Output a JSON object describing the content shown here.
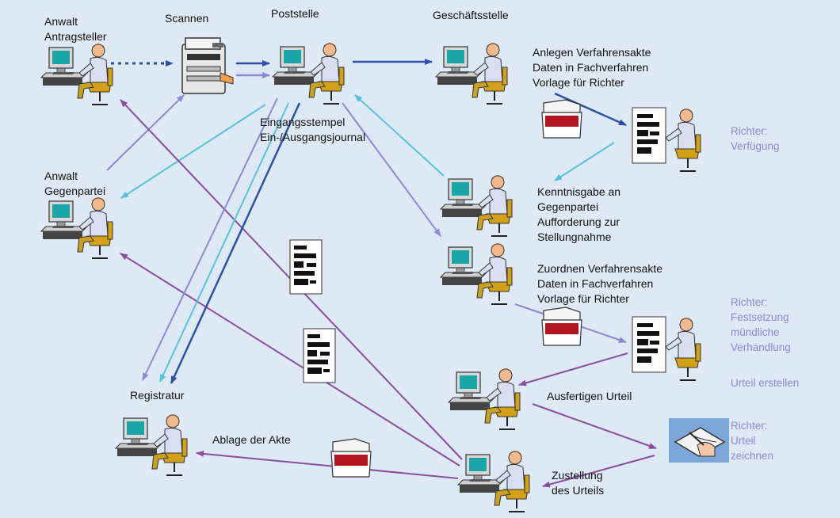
{
  "colors": {
    "background": "#dde9f5",
    "dark_blue": "#2f4fa8",
    "light_blue": "#8a8ad0",
    "cyan": "#56c3d8",
    "purple": "#8a4e9c",
    "judge_text": "#8a8ad0"
  },
  "icons": {
    "workstation": "computer-workstation-icon",
    "scanner": "scanner-icon",
    "folder": "red-case-folder-icon",
    "document": "document-page-icon",
    "signing": "signature-pad-icon"
  },
  "labels": {
    "anwalt_antragsteller": "Anwalt\nAntragsteller",
    "scannen": "Scannen",
    "poststelle": "Poststelle",
    "geschaeftsstelle": "Geschäftsstelle",
    "anlegen": "Anlegen Verfahrensakte\nDaten in Fachverfahren\nVorlage für Richter",
    "eingangsstempel": "Eingangsstempel\nEin-/Ausgangsjournal",
    "richter_verfuegung": "Richter:\nVerfügung",
    "anwalt_gegenpartei": "Anwalt\nGegenpartei",
    "kenntnisgabe": "Kenntnisgabe an\nGegenpartei\nAufforderung zur\nStellungnahme",
    "zuordnen": "Zuordnen Verfahrensakte\nDaten in Fachverfahren\nVorlage für Richter",
    "richter_festsetzung": "Richter:\nFestsetzung\nmündliche\nVerhandlung",
    "urteil_erstellen": "Urteil erstellen",
    "ausfertigen": "Ausfertigen Urteil",
    "registratur": "Registratur",
    "ablage": "Ablage der Akte",
    "richter_zeichnen": "Richter:\nUrteil\nzeichnen",
    "zustellung": "Zustellung\ndes Urteils"
  }
}
